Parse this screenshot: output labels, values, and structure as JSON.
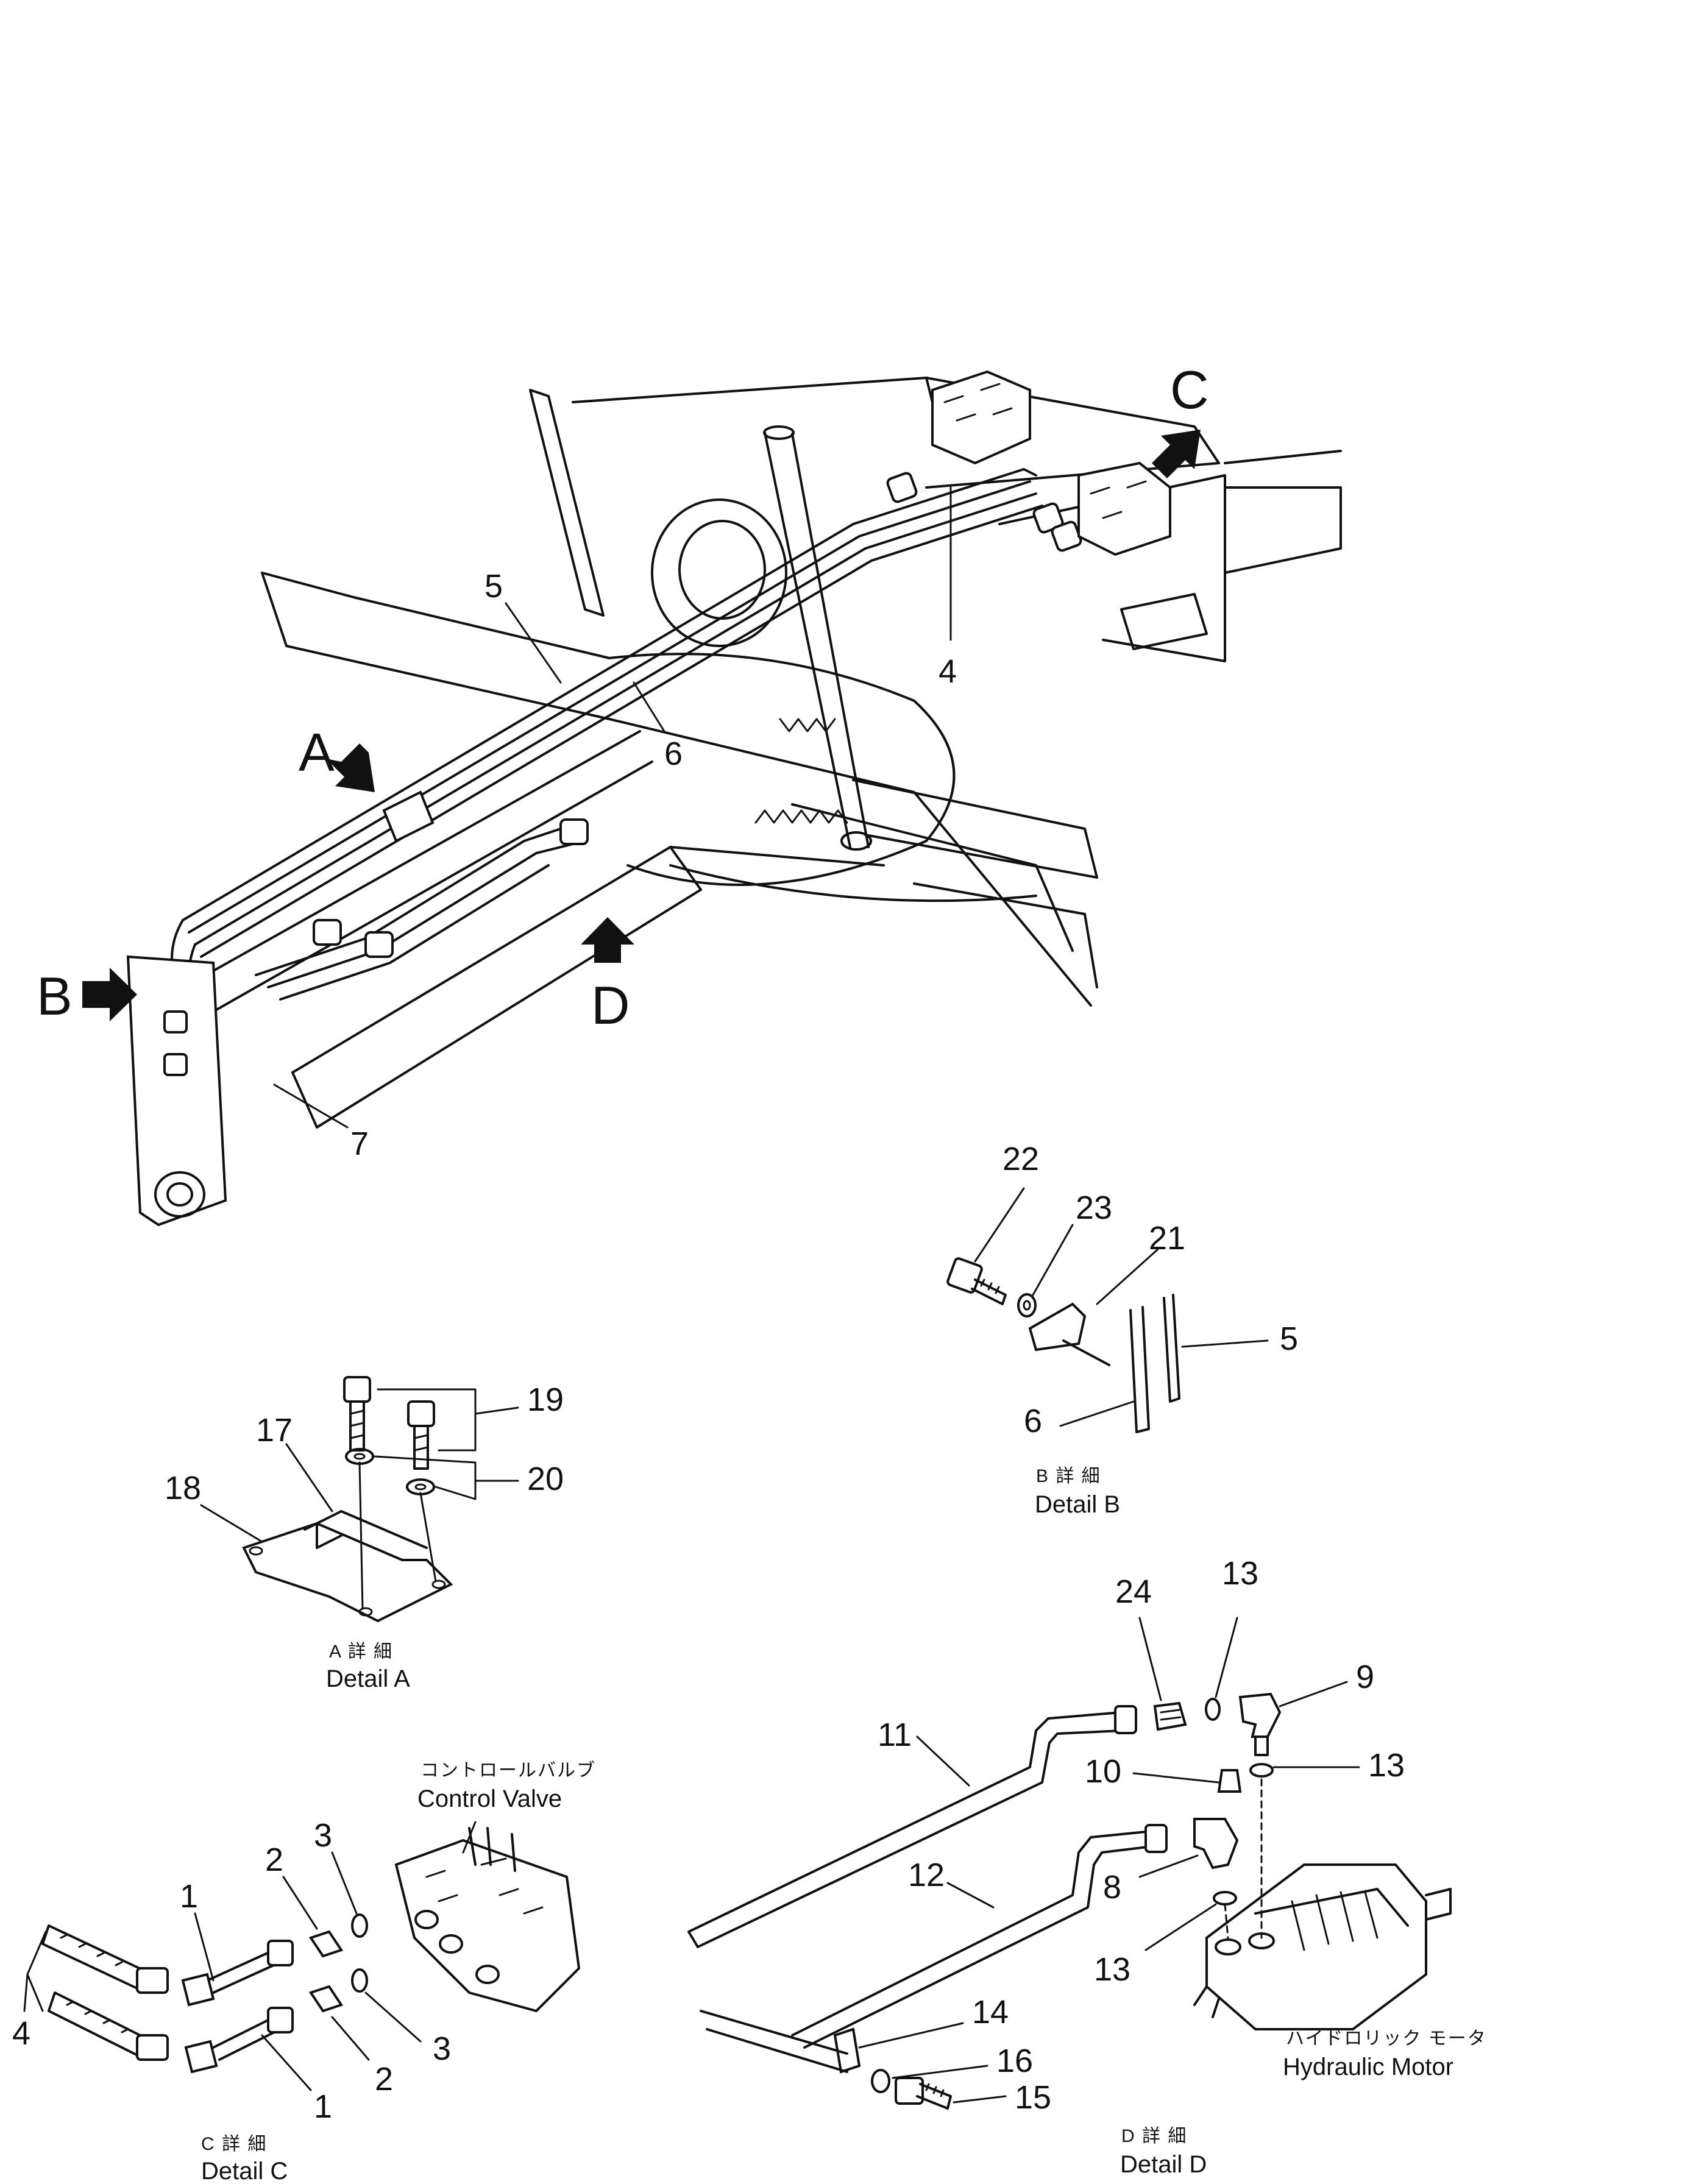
{
  "views": {
    "main": {
      "view_labels": [
        "A",
        "B",
        "C",
        "D"
      ],
      "part_labels": [
        "4",
        "5",
        "6",
        "7"
      ]
    },
    "detail_a": {
      "caption_jp": "A 詳 細",
      "caption_en": "Detail A",
      "part_labels": [
        "17",
        "18",
        "19",
        "20"
      ]
    },
    "detail_b": {
      "caption_jp": "B 詳 細",
      "caption_en": "Detail B",
      "part_labels": [
        "21",
        "22",
        "23",
        "5",
        "6"
      ]
    },
    "detail_c": {
      "caption_jp": "C 詳 細",
      "caption_en": "Detail C",
      "component_jp": "コントロールバルブ",
      "component_en": "Control  Valve",
      "part_labels": [
        "1",
        "2",
        "3",
        "3",
        "2",
        "1",
        "4"
      ]
    },
    "detail_d": {
      "caption_jp": "D 詳 細",
      "caption_en": "Detail D",
      "component_jp": "ハイドロリック モータ",
      "component_en": "Hydraulic Motor",
      "part_labels": [
        "24",
        "13",
        "9",
        "13",
        "10",
        "11",
        "12",
        "8",
        "13",
        "14",
        "16",
        "15"
      ]
    }
  }
}
